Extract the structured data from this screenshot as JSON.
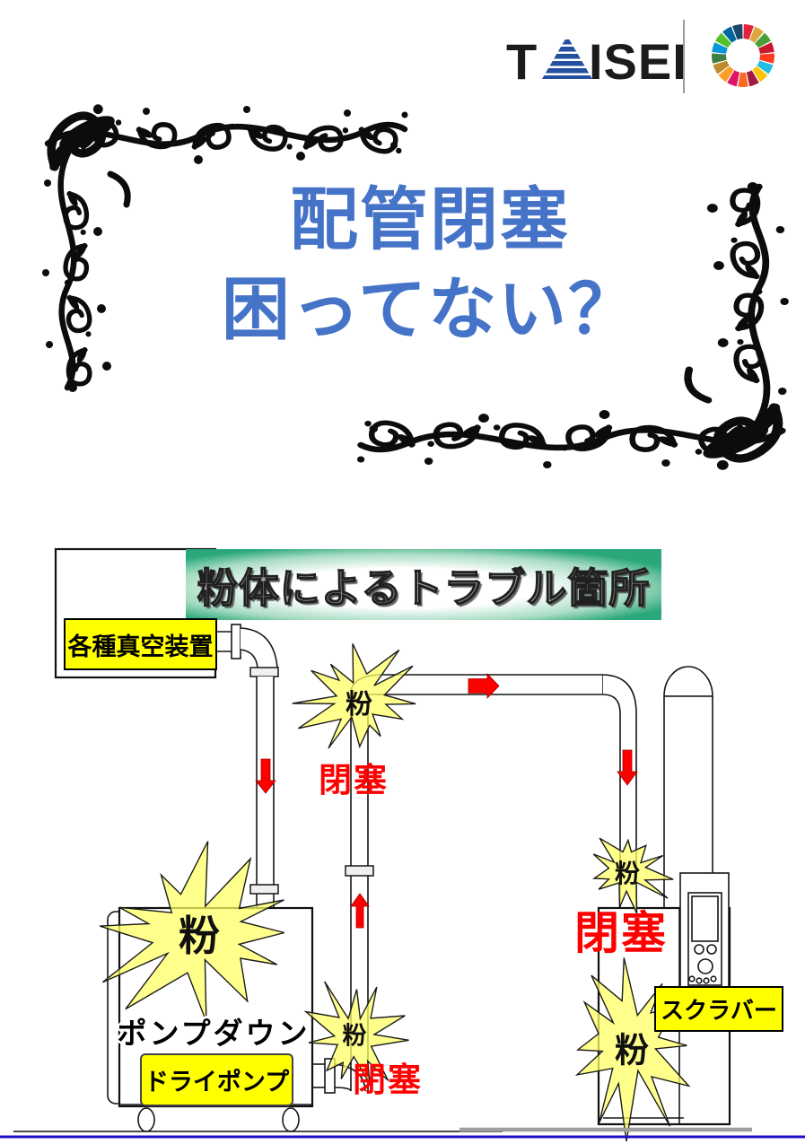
{
  "header": {
    "brand": {
      "part1": "T",
      "part2": "ISEI",
      "full_name": "TAISEI",
      "triangle_color": "#24519E"
    },
    "sdg_wheel_colors": [
      "#E5243B",
      "#DDA63A",
      "#4C9F38",
      "#C5192D",
      "#FF3A21",
      "#26BDE2",
      "#FCC30B",
      "#A21942",
      "#FD6925",
      "#DD1367",
      "#FD9D24",
      "#BF8B2E",
      "#3F7E44",
      "#0A97D9",
      "#56C02B",
      "#00689D",
      "#19486A"
    ]
  },
  "title": {
    "line1": "配管閉塞",
    "line2": "困ってない？"
  },
  "section_banner": {
    "label": "粉体によるトラブル箇所"
  },
  "diagram": {
    "chamber_label": "各種真空装置",
    "powder_label": "粉",
    "blockage_label": "閉塞",
    "pump_caption": "ポンプダウン",
    "pump_label": "ドライポンプ",
    "scrubber_label": "スクラバー"
  },
  "colors": {
    "title_blue": "#4573C7",
    "accent_red": "#FF0000",
    "label_yellow": "#FFFF00",
    "starburst_fill": "#FFFF66",
    "banner_green": "#2AA879",
    "bottom_rule_blue": "#1D12C9"
  }
}
